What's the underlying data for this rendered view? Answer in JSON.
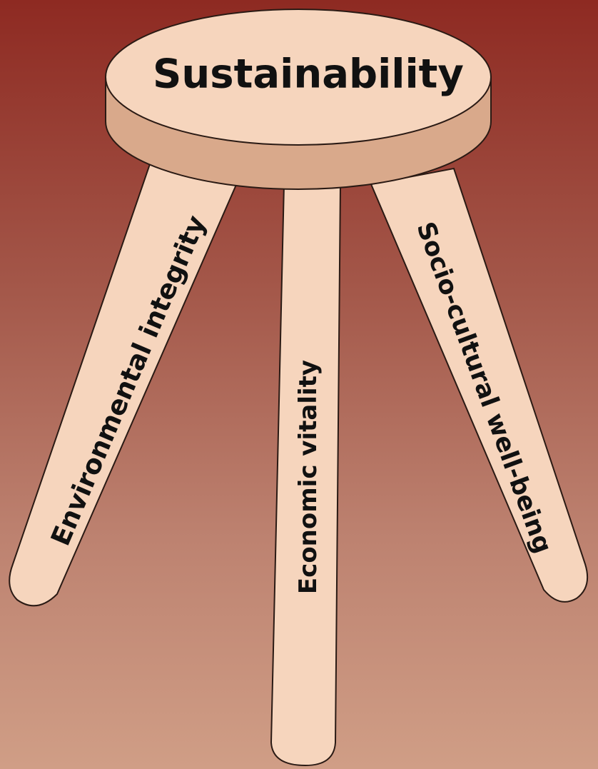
{
  "diagram": {
    "seat_label": "Sustainability",
    "legs": [
      {
        "id": "environmental",
        "label": "Environmental integrity"
      },
      {
        "id": "economic",
        "label": "Economic vitality"
      },
      {
        "id": "sociocultural",
        "label": "Socio-cultural well-being"
      }
    ]
  },
  "colors": {
    "background_top": "#8e2a22",
    "background_bottom": "#d09e86",
    "wood_light": "#f6d5bd",
    "wood_shade": "#d9a98b",
    "outline": "#2a1a14",
    "text": "#111111"
  }
}
